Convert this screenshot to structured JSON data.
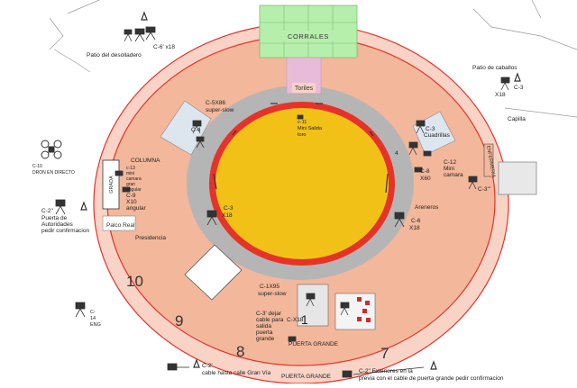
{
  "areas": {
    "corrales": "CORRALES",
    "toriles": "Toriles",
    "patio_desolladero": "Patio del desolladero",
    "patio_caballos": "Patio de caballos",
    "capilla": "Capilla",
    "enfermeria": "ENFERMERIA",
    "grada": "GRADA",
    "palco_real": "Palco Real",
    "presidencia": "Presidencia",
    "columna": "COLUMNA",
    "areneros": "Areneros",
    "cuadrillas": "Cuadrillas",
    "puerta_grande_inner": "PUERTA GRANDE",
    "puerta_grande_outer": "PUERTA GRANDE",
    "puerta_autoridades": [
      "Puerta de",
      "Autoridades",
      "pedir confirmacion"
    ]
  },
  "sectors": [
    "10",
    "9",
    "8",
    "7"
  ],
  "cameras": {
    "c6": "C-6' x18",
    "c5": [
      "C-5X86",
      "super-slow"
    ],
    "c11": [
      "c-11",
      "Mini Salida",
      "toro"
    ],
    "c3_left": [
      "C-3",
      "X18"
    ],
    "c3_right": [
      "C-3",
      "X18"
    ],
    "c3_far": "C-3'''",
    "c4_left": "C-4",
    "c4_right": "4",
    "c13": [
      "c-13",
      "mini",
      "camara",
      "gran",
      "angular"
    ],
    "c9": [
      "C-9",
      "X10",
      "angular"
    ],
    "c10": [
      "C-10",
      "DRON EN DIRECTO"
    ],
    "c2_left": "C-2''",
    "c12": [
      "C-12",
      "Mini",
      "camara"
    ],
    "c8": [
      "C-8",
      "X60"
    ],
    "c6_right": [
      "C-6",
      "X18"
    ],
    "c1x95": [
      "C-1X95",
      "super-slow"
    ],
    "c3_dejar": [
      "C-3' dejar",
      "cable para",
      "salida",
      "puerta",
      "grande"
    ],
    "cx18": "C-X18",
    "c1": "1",
    "c14": [
      "C-",
      "14",
      "ENG"
    ],
    "c2_calle": [
      "C-2'",
      "cable hasta calle Gran Vía"
    ],
    "c2_ext": [
      "C-2\" Exteriores en la",
      "previa con el cable de puerta grande pedir confirmacion"
    ]
  },
  "colors": {
    "sand": "#f2c118",
    "barrier": "#e63329",
    "callejon": "#b5b5b5",
    "stands": "#f3b79b",
    "outer_ring": "#f9d3c6",
    "corrales": "#b6eeab",
    "toriles": "#e8bcd8"
  }
}
